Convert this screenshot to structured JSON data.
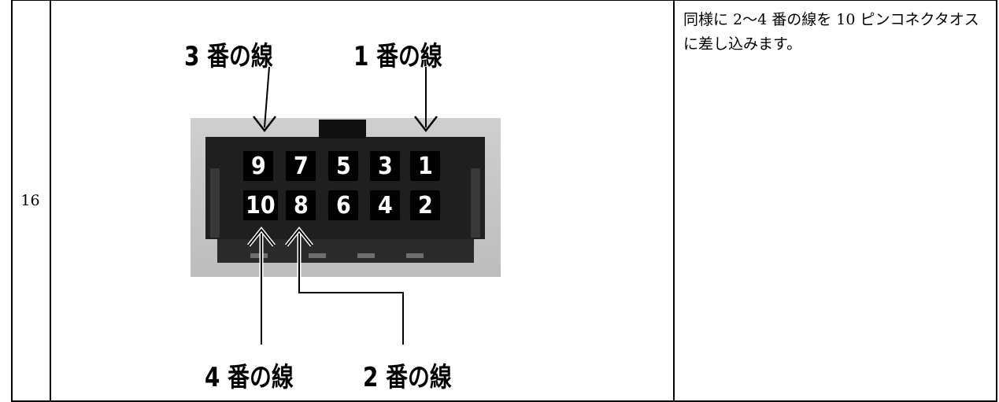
{
  "row": {
    "step_number": "16",
    "instruction": "同様に 2〜4 番の線を 10 ピンコネクタオスに差し込みます。"
  },
  "figure": {
    "labels": {
      "wire3": "3 番の線",
      "wire1": "1 番の線",
      "wire4": "4 番の線",
      "wire2": "2 番の線"
    },
    "pins_top_row": [
      "9",
      "7",
      "5",
      "3",
      "1"
    ],
    "pins_bottom_row": [
      "10",
      "8",
      "6",
      "4",
      "2"
    ]
  }
}
